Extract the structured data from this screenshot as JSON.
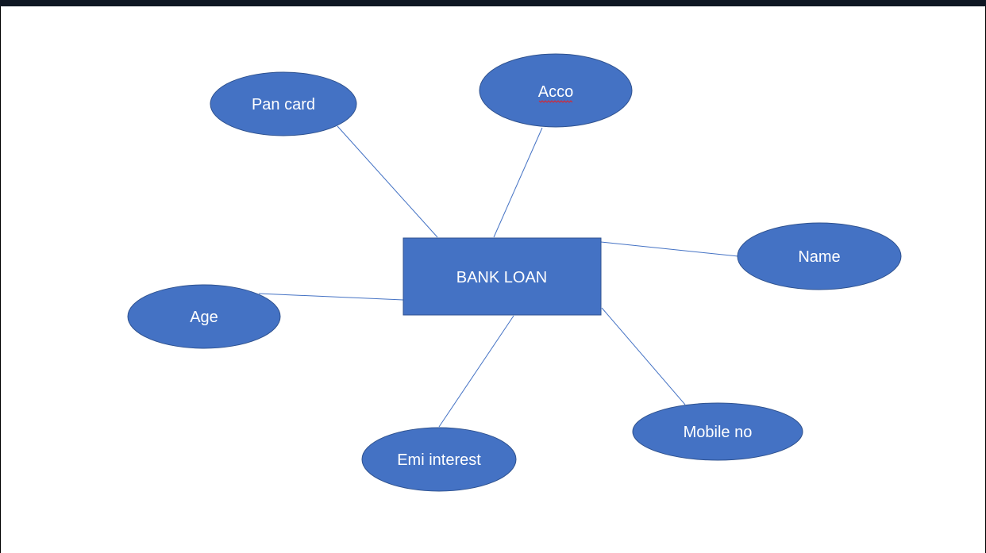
{
  "diagram": {
    "center": {
      "id": "bank-loan",
      "label": "BANK LOAN",
      "shape": "rectangle"
    },
    "attributes": [
      {
        "id": "pan-card",
        "label": "Pan card"
      },
      {
        "id": "acco",
        "label": "Acco",
        "spellcheck_underline": true
      },
      {
        "id": "name",
        "label": "Name"
      },
      {
        "id": "age",
        "label": "Age"
      },
      {
        "id": "emi-interest",
        "label": "Emi interest"
      },
      {
        "id": "mobile-no",
        "label": "Mobile no"
      }
    ],
    "edges": [
      {
        "from": "bank-loan",
        "to": "pan-card"
      },
      {
        "from": "bank-loan",
        "to": "acco"
      },
      {
        "from": "bank-loan",
        "to": "name"
      },
      {
        "from": "bank-loan",
        "to": "age"
      },
      {
        "from": "bank-loan",
        "to": "emi-interest"
      },
      {
        "from": "bank-loan",
        "to": "mobile-no"
      }
    ]
  },
  "colors": {
    "shape_fill": "#4472c4",
    "shape_stroke": "#2f528f",
    "connector": "#4472c4",
    "text": "#ffffff",
    "spellcheck": "#e0242b"
  }
}
